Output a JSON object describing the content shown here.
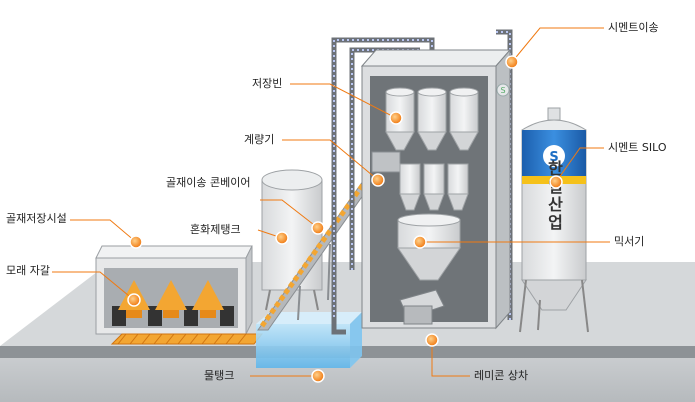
{
  "labels": {
    "storage_bin": "저장빈",
    "weigher": "계량기",
    "aggregate_conveyor": "골재이송 콘베이어",
    "mixing_tank": "혼화제탱크",
    "aggregate_storage": "골재저장시설",
    "sand_gravel": "모래 자갈",
    "water_tank": "물탱크",
    "cement_transfer": "시멘트이송",
    "cement_silo": "시멘트 SILO",
    "mixer": "믹서기",
    "remicon_loading": "레미콘 상차"
  },
  "silo_brand": "한일산업",
  "colors": {
    "accent": "#f07a12",
    "silo_blue": "#1e6fc4",
    "silo_yellow": "#f5c11a",
    "leader_line": "#f07a12"
  }
}
